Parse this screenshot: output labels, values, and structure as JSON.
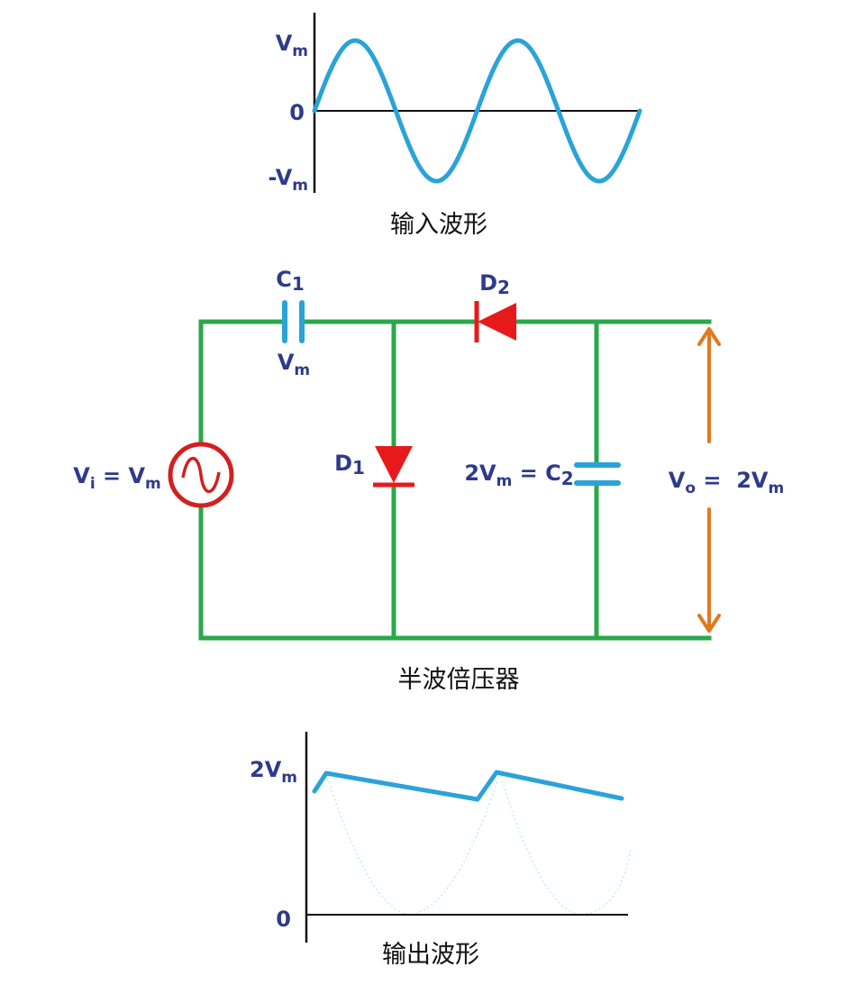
{
  "input_plot": {
    "y_ticks": [
      {
        "key": "vm",
        "label": "Vm",
        "main": "V",
        "sub": "m"
      },
      {
        "key": "zero",
        "label": "0",
        "main": "0",
        "sub": ""
      },
      {
        "key": "neg_vm",
        "label": "-Vm",
        "main": "-V",
        "sub": "m"
      }
    ],
    "caption": "输入波形",
    "series_type": "sine",
    "cycles": 2
  },
  "circuit": {
    "caption": "半波倍压器",
    "source_label": {
      "text": "Vi = Vm",
      "p1": "V",
      "s1": "i",
      "p2": " = V",
      "s2": "m"
    },
    "c1": {
      "name_main": "C",
      "name_sub": "1",
      "value_main": "V",
      "value_sub": "m"
    },
    "d1": {
      "name_main": "D",
      "name_sub": "1"
    },
    "d2": {
      "name_main": "D",
      "name_sub": "2"
    },
    "c2": {
      "text": "2Vm = C2",
      "p1": "2V",
      "s1": "m",
      "p2": " = C",
      "s2": "2"
    },
    "output": {
      "text": "Vo = 2Vm",
      "p1": "V",
      "s1": "o",
      "p2": " =  2V",
      "s2": "m"
    },
    "colors": {
      "wire": "#2aa84a",
      "capacitor": "#2aa3d8",
      "diode": "#e8191b",
      "source": "#d22020",
      "arrow": "#e07a1f",
      "label": "#2e3a8c"
    }
  },
  "output_plot": {
    "y_ticks": [
      {
        "key": "two_vm",
        "label": "2Vm",
        "main": "2V",
        "sub": "m"
      },
      {
        "key": "zero",
        "label": "0",
        "main": "0",
        "sub": ""
      }
    ],
    "caption": "输出波形",
    "series_type": "sawtooth-ripple"
  },
  "chart_data": [
    {
      "type": "line",
      "y_tick_labels": [
        "Vm",
        "0",
        "-Vm"
      ],
      "series": [
        {
          "function": "sine",
          "amplitude": "Vm",
          "cycles": 2
        }
      ]
    },
    {
      "type": "line",
      "y_tick_labels": [
        "2Vm",
        "0"
      ],
      "series": [
        {
          "shape": "ripple",
          "peak": "2Vm"
        }
      ]
    }
  ]
}
